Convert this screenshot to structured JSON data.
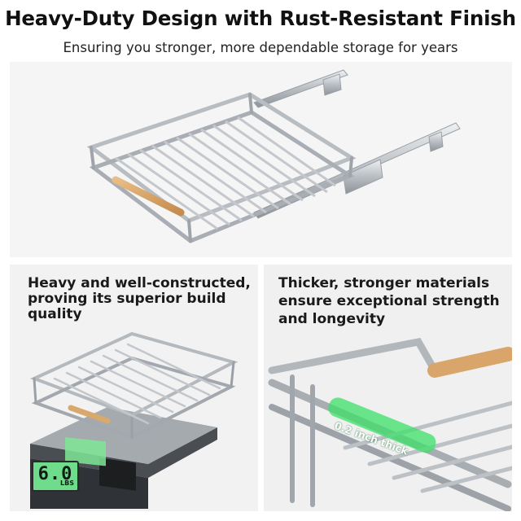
{
  "header": {
    "title": "Heavy-Duty Design with Rust-Resistant Finish",
    "subtitle": "Ensuring you stronger, more dependable storage for years"
  },
  "panels": {
    "top": {
      "image": "pull-out-wire-basket-with-slide-rails"
    },
    "left": {
      "caption": "Heavy and well-constructed, proving its superior build quality",
      "scale_reading": "6.0",
      "scale_unit": "LBS",
      "image": "basket-on-digital-scale"
    },
    "right": {
      "caption": "Thicker, stronger materials ensure exceptional strength and longevity",
      "highlight_label": "0.2 inch thick",
      "highlight_color": "#3ee06a",
      "image": "close-up-wire-frame-with-wooden-handle"
    }
  },
  "colors": {
    "steel": "#c8ccd0",
    "steel_dark": "#7d838a",
    "wood": "#d9a56b",
    "display_green": "#6fdc8c"
  }
}
